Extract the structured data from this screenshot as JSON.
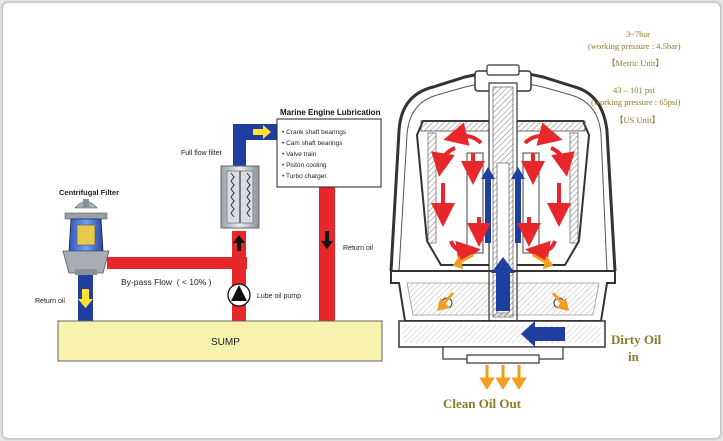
{
  "left_diagram": {
    "centrifugal_filter_label": "Centrifugal Filter",
    "full_flow_filter_label": "Full flow filter",
    "return_oil_left": "Return oil",
    "return_oil_right": "Return oil",
    "bypass_flow_label": "By-pass Flow  ( < 10% )",
    "lube_oil_pump_label": "Lube oil pump",
    "sump_label": "SUMP",
    "lubrication_box": {
      "title": "Marine Engine Lubrication",
      "items": [
        "• Crank shaft bearings",
        "• Cam shaft bearings",
        "• Valve train",
        "• Piston cooling",
        "• Turbo charger"
      ]
    }
  },
  "right_diagram": {
    "pressure_metric": "3~7bar",
    "pressure_metric_working": "(working pressure : 4.5bar)",
    "metric_unit": "【Metric Unit】",
    "pressure_us": "43 – 101 psi",
    "pressure_us_working": "(working pressure : 65psi)",
    "us_unit": "【US Unit】",
    "dirty_oil_line1": "Dirty Oil",
    "dirty_oil_line2": "in",
    "clean_oil_out": "Clean Oil Out"
  },
  "colors": {
    "oil_red": "#e8272a",
    "oil_blue": "#1f3fa0",
    "arrow_yellow": "#ffe033",
    "sump_fill": "#f7f2ae",
    "arrow_orange": "#f39c1e",
    "olive_text": "#8a7a2a"
  }
}
